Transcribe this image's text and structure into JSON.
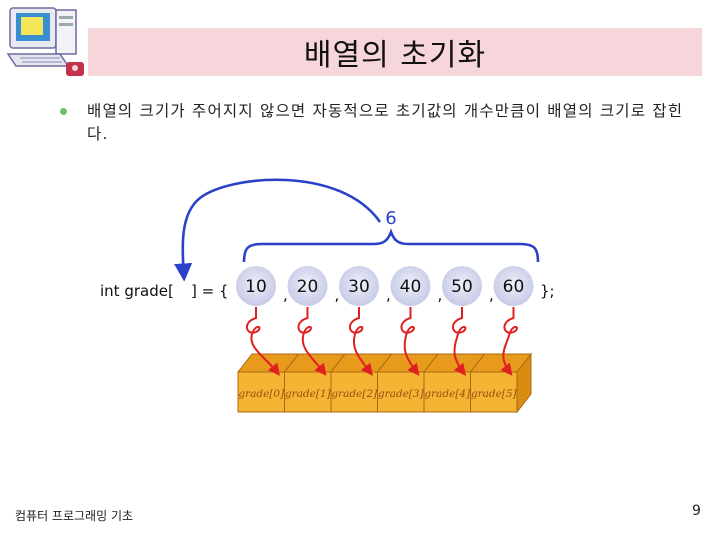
{
  "slide": {
    "title": "배열의 초기화",
    "bullet": "배열의 크기가 주어지지 않으면 자동적으로 초기값의 개수만큼이 배열의 크기로 잡힌다.",
    "footer": "컴퓨터 프로그래밍 기초",
    "page_number": "9"
  },
  "diagram": {
    "count_label": "6",
    "code_prefix": "int grade[",
    "code_bracket": "] = {",
    "code_suffix": "};",
    "comma": ",",
    "values": [
      "10",
      "20",
      "30",
      "40",
      "50",
      "60"
    ],
    "cells": [
      "grade[0]",
      "grade[1]",
      "grade[2]",
      "grade[3]",
      "grade[4]",
      "grade[5]"
    ],
    "colors": {
      "title_band": "#f6d6da",
      "bubble": "#d4d7ec",
      "arrow_red": "#e02020",
      "arrow_blue": "#2a42c8",
      "cell_front": "#f5b433",
      "cell_top": "#e79a1c",
      "cell_text": "#9a4e10"
    }
  }
}
